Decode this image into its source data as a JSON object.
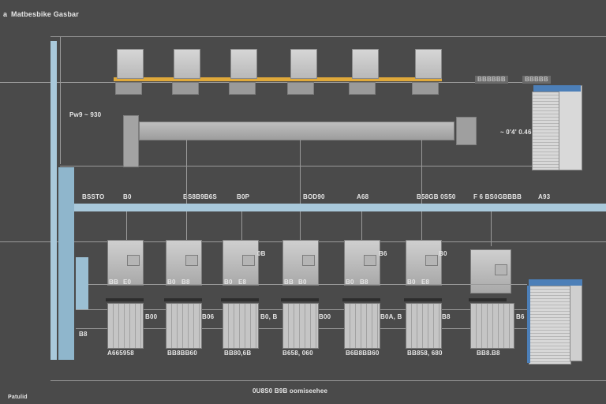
{
  "header": {
    "glyph": "a",
    "title": "Matbesbike Gasbar"
  },
  "diagram": {
    "upper_left_label": "Pw9 ~ 930",
    "feed_label": "~ 0'4' 0.46",
    "bus_labels": [
      "BSSTO",
      "B0",
      "BS8B9B6S",
      "B0P",
      "BOD90",
      "A68",
      "B58GB 0S50",
      "F 6 BS0GBBBB",
      "A93"
    ],
    "module_labels_left": [
      "BB",
      "B0",
      "B0",
      "BB",
      "B0",
      "B0"
    ],
    "module_labels_right": [
      "E0",
      "B8",
      "E8",
      "B0",
      "B8",
      "E8"
    ],
    "unit_tags": [
      "0B",
      "B6",
      "B0"
    ],
    "mid_labels": [
      "B00",
      "B06",
      "B0, B",
      "B00",
      "B0A, B",
      "B8",
      "B6",
      "B8"
    ],
    "bottom_labels": [
      "A665958",
      "BB8BB60",
      "BB80,6B",
      "B658, 060",
      "B6B8BB60",
      "BB858, 680",
      "BB8.B8"
    ],
    "footer_left": "Patulid",
    "footer_center": "0U8S0 B9B oomiseehee",
    "top_tags": [
      "BBBBBB",
      "BBBBB"
    ]
  },
  "colors": {
    "background": "#4a4a4a",
    "accent_yellow": "#e0a93a",
    "accent_blue": "#a9c9db",
    "tower_blue": "#4c7fb8"
  }
}
